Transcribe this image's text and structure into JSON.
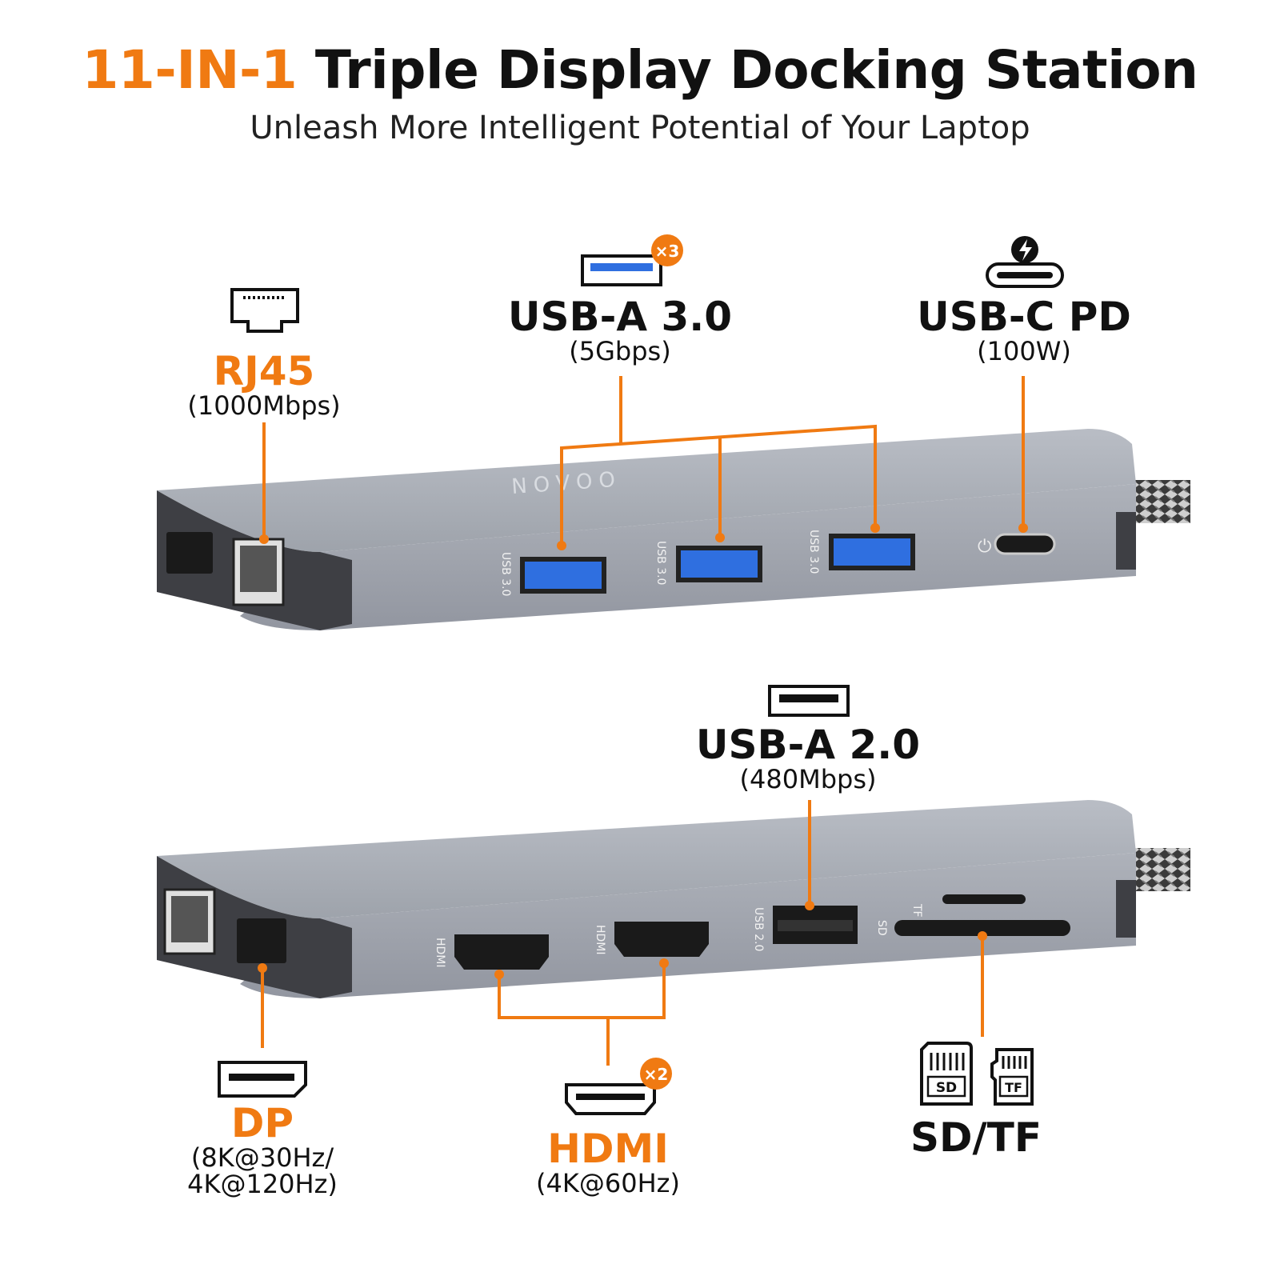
{
  "header": {
    "title_accent": "11-IN-1",
    "title_rest": "Triple Display Docking Station",
    "subtitle": "Unleash More Intelligent Potential of Your Laptop"
  },
  "ports": {
    "rj45": {
      "name": "RJ45",
      "spec": "(1000Mbps)"
    },
    "usb_a3": {
      "name": "USB-A 3.0",
      "spec": "(5Gbps)",
      "count_badge": "×3"
    },
    "usb_c_pd": {
      "name": "USB-C PD",
      "spec": "(100W)"
    },
    "usb_a2": {
      "name": "USB-A 2.0",
      "spec": "(480Mbps)"
    },
    "dp": {
      "name": "DP",
      "spec_line1": "(8K@30Hz/",
      "spec_line2": "4K@120Hz)"
    },
    "hdmi": {
      "name": "HDMI",
      "spec": "(4K@60Hz)",
      "count_badge": "×2"
    },
    "sdtf": {
      "name": "SD/TF",
      "sd_icon_text": "SD",
      "tf_icon_text": "TF"
    }
  },
  "device_labels": {
    "brand": "NOVOO",
    "usb3": "USB 3.0",
    "usb2": "USB 2.0",
    "hdmi": "HDMI",
    "tf": "TF",
    "sd": "SD"
  },
  "colors": {
    "accent_orange": "#f07a12",
    "usb3_blue": "#2f6fe0",
    "device_gray": "#a9adb5",
    "text_dark": "#111111"
  },
  "icons": [
    "ethernet-icon",
    "usb-a-icon",
    "usb-c-pd-icon",
    "displayport-icon",
    "hdmi-icon",
    "sd-card-icon",
    "tf-card-icon"
  ]
}
